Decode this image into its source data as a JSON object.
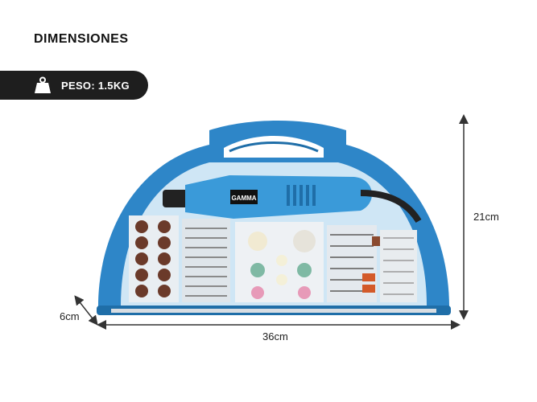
{
  "title": "DIMENSIONES",
  "weight": {
    "label": "PESO: 1.5KG",
    "icon": "weight-icon"
  },
  "product": {
    "brand": "GAMMA",
    "case_color": "#2e86c8",
    "body_color": "#3a9ad9"
  },
  "dimensions": {
    "height": "21cm",
    "width": "36cm",
    "depth": "6cm"
  }
}
